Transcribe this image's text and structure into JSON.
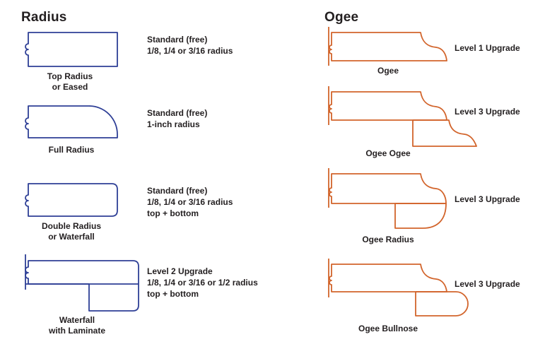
{
  "radius": {
    "heading": "Radius",
    "items": [
      {
        "caption": [
          "Top Radius",
          "or Eased"
        ],
        "desc": [
          "Standard (free)",
          "1/8, 1/4 or 3/16 radius"
        ]
      },
      {
        "caption": [
          "Full Radius"
        ],
        "desc": [
          "Standard (free)",
          "1-inch radius"
        ]
      },
      {
        "caption": [
          "Double Radius",
          "or Waterfall"
        ],
        "desc": [
          "Standard (free)",
          "1/8, 1/4 or 3/16 radius",
          "top + bottom"
        ]
      },
      {
        "caption": [
          "Waterfall",
          "with Laminate"
        ],
        "desc": [
          "Level 2 Upgrade",
          "1/8, 1/4 or 3/16 or 1/2 radius",
          "top + bottom"
        ]
      }
    ]
  },
  "ogee": {
    "heading": "Ogee",
    "items": [
      {
        "caption": "Ogee",
        "level": "Level 1 Upgrade"
      },
      {
        "caption": "Ogee Ogee",
        "level": "Level 3 Upgrade"
      },
      {
        "caption": "Ogee Radius",
        "level": "Level 3 Upgrade"
      },
      {
        "caption": "Ogee Bullnose",
        "level": "Level 3 Upgrade"
      }
    ]
  },
  "colors": {
    "radius_stroke": "#2e3f96",
    "ogee_stroke": "#d2642b",
    "text": "#231f20"
  }
}
